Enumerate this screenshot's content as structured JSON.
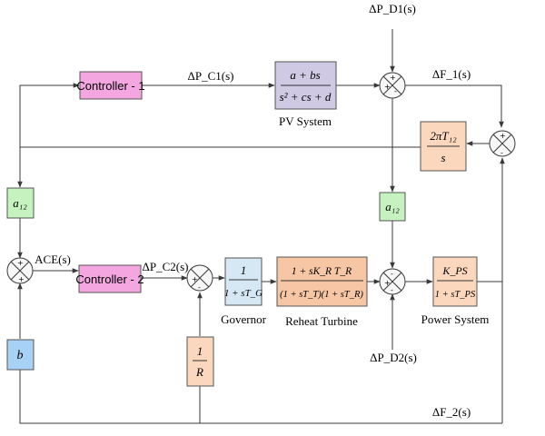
{
  "colors": {
    "controller": "#f3a6e0",
    "pv": "#cfc9e3",
    "gain": "#fbd7bd",
    "governor": "#d6e8f4",
    "turbine": "#f7c6a4",
    "a12": "#c6f2c0",
    "b": "#a8d2f5",
    "line": "#3a3a3a"
  },
  "blocks": {
    "controller1": "Controller - 1",
    "controller2": "Controller - 2",
    "pv": {
      "num": "a + bs",
      "den": "s² + cs + d",
      "caption": "PV System"
    },
    "tie_gain": {
      "num": "2πT₁₂",
      "den": "s"
    },
    "a12_top": "a₁₂",
    "a12_left": "a₁₂",
    "b": "b",
    "governor": {
      "num": "1",
      "den": "1 + sT_G",
      "caption": "Governor"
    },
    "turbine": {
      "num": "1 + sK_R T_R",
      "den": "(1 + sT_T)(1 + sT_R)",
      "caption": "Reheat Turbine"
    },
    "power_system": {
      "num": "K_PS",
      "den": "1 + sT_PS",
      "caption": "Power System"
    },
    "droop": {
      "num": "1",
      "den": "R"
    }
  },
  "signals": {
    "dPD1": "ΔP_D1(s)",
    "dPC1": "ΔP_C1(s)",
    "dF1": "ΔF_1(s)",
    "ace": "ACE(s)",
    "dPC2": "ΔP_C2(s)",
    "dPD2": "ΔP_D2(s)",
    "dF2": "ΔF_2(s)"
  }
}
